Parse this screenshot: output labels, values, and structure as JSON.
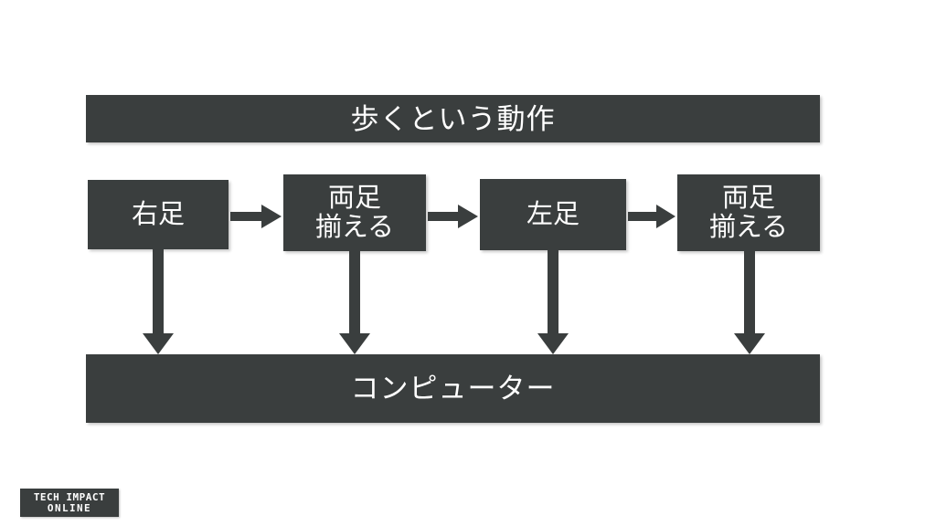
{
  "slide": {
    "background_color": "#ffffff",
    "accent_color": "#3a3e3e",
    "text_color": "#ffffff"
  },
  "title_banner": {
    "text": "歩くという動作"
  },
  "steps": [
    {
      "name": "right-foot",
      "lines": [
        "右足"
      ]
    },
    {
      "name": "both-feet-together-1",
      "lines": [
        "両足",
        "揃える"
      ]
    },
    {
      "name": "left-foot",
      "lines": [
        "左足"
      ]
    },
    {
      "name": "both-feet-together-2",
      "lines": [
        "両足",
        "揃える"
      ]
    }
  ],
  "flow_arrows": {
    "horizontal_count": 3,
    "vertical_count": 4,
    "direction_horizontal": "right",
    "direction_vertical": "down"
  },
  "bottom_banner": {
    "text": "コンピューター"
  },
  "logo": {
    "line1": "TECH IMPACT",
    "line2": "ONLINE"
  }
}
